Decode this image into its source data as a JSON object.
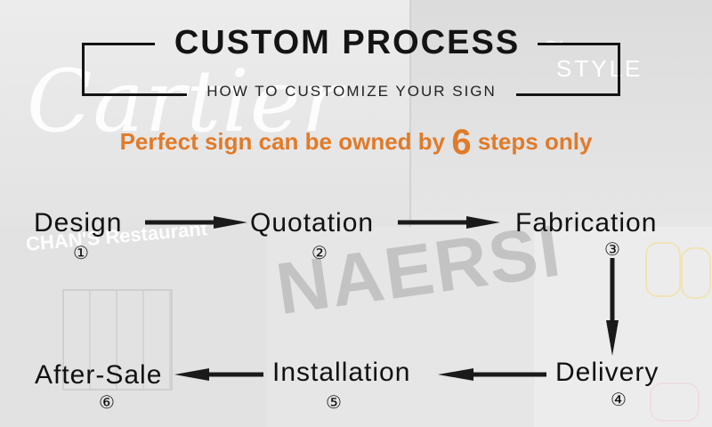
{
  "header": {
    "title": "CUSTOM PROCESS",
    "subtitle": "HOW TO CUSTOMIZE YOUR SIGN",
    "tagline_before": "Perfect sign can be owned by ",
    "tagline_number": "6",
    "tagline_after": " steps only",
    "accent_color": "#e07b2a"
  },
  "background_signs": {
    "sign1": "Cartier",
    "sign2": "STYLE",
    "sign3": "CHAN'S Restaurant",
    "sign4": "NAERSI"
  },
  "steps": [
    {
      "label": "Design",
      "number": "①"
    },
    {
      "label": "Quotation",
      "number": "②"
    },
    {
      "label": "Fabrication",
      "number": "③"
    },
    {
      "label": "Delivery",
      "number": "④"
    },
    {
      "label": "Installation",
      "number": "⑤"
    },
    {
      "label": "After-Sale",
      "number": "⑥"
    }
  ],
  "flow": [
    {
      "from": "Design",
      "to": "Quotation"
    },
    {
      "from": "Quotation",
      "to": "Fabrication"
    },
    {
      "from": "Fabrication",
      "to": "Delivery"
    },
    {
      "from": "Delivery",
      "to": "Installation"
    },
    {
      "from": "Installation",
      "to": "After-Sale"
    }
  ]
}
